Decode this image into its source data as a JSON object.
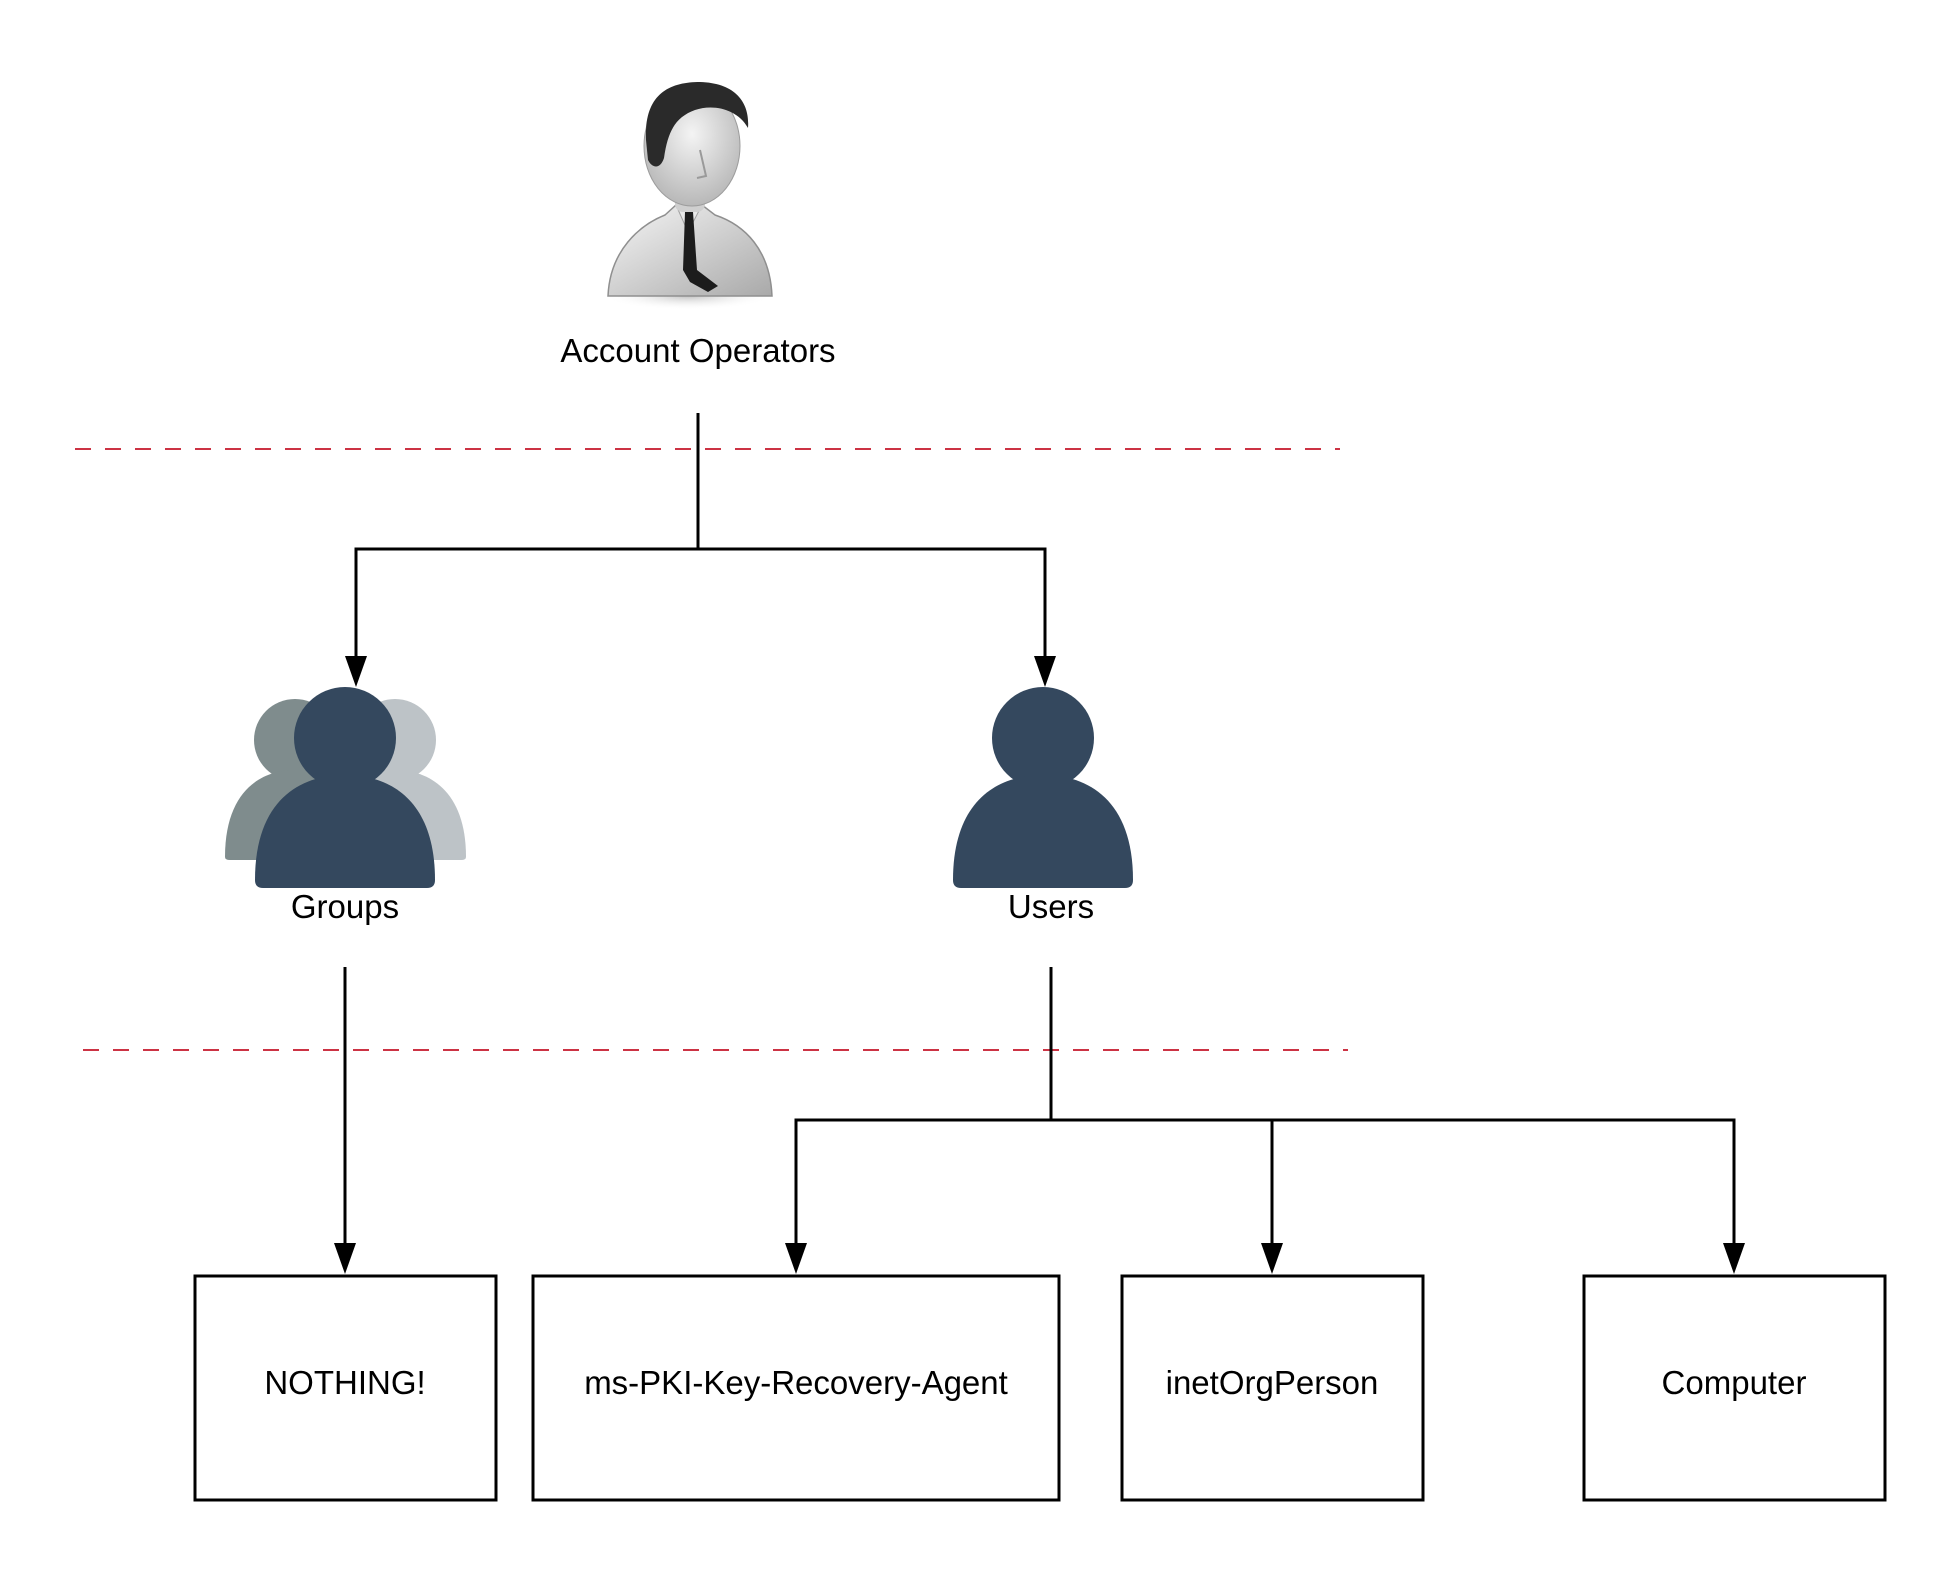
{
  "diagram": {
    "nodes": {
      "account_operators": {
        "label": "Account Operators",
        "icon": "business-user-icon"
      },
      "groups": {
        "label": "Groups",
        "icon": "group-icon"
      },
      "users": {
        "label": "Users",
        "icon": "user-icon"
      },
      "nothing": {
        "label": "NOTHING!"
      },
      "ms_pki": {
        "label": "ms-PKI-Key-Recovery-Agent"
      },
      "inetorgperson": {
        "label": "inetOrgPerson"
      },
      "computer": {
        "label": "Computer"
      }
    },
    "edges": [
      {
        "from": "account_operators",
        "to": "groups"
      },
      {
        "from": "account_operators",
        "to": "users"
      },
      {
        "from": "groups",
        "to": "nothing"
      },
      {
        "from": "users",
        "to": "ms_pki"
      },
      {
        "from": "users",
        "to": "inetorgperson"
      },
      {
        "from": "users",
        "to": "computer"
      }
    ],
    "boundary_lines": 2,
    "colors": {
      "boundary": "#cc3344",
      "icon_dark": "#34485e",
      "icon_mid": "#7f8c8d",
      "icon_light": "#bdc3c7",
      "stroke": "#000000"
    }
  }
}
